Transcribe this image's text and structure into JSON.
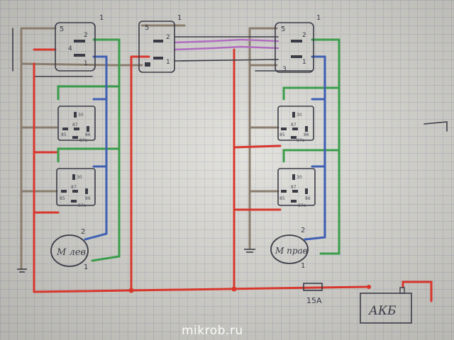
{
  "switches": {
    "left_main": {
      "pins": {
        "top": "5",
        "right_top": "2",
        "mid": "4",
        "bottom": "1"
      },
      "tag": "1"
    },
    "left_mid": {
      "pins": {
        "top": "5",
        "right_top": "2",
        "bottom": "1"
      },
      "tag": "1"
    },
    "right_main": {
      "pins": {
        "top": "5",
        "right_top": "2",
        "mid": "1",
        "bottom": "3"
      },
      "tag": "1"
    }
  },
  "relays": {
    "pin_labels": {
      "p30": "30",
      "p85": "85",
      "p86": "86",
      "p87": "87",
      "p87a": "87a"
    }
  },
  "motors": {
    "left": {
      "label": "М лев",
      "tag_top": "2",
      "tag_bottom": "1"
    },
    "right": {
      "label": "М прав",
      "tag_top": "2",
      "tag_bottom": "1"
    }
  },
  "fuse": {
    "label": "15А"
  },
  "battery": {
    "label": "АКБ"
  },
  "watermark": {
    "text": "mikrob.ru"
  },
  "colors": {
    "paper": "#d9d8d2",
    "grid": "#9fa7b8",
    "red": "#d8362c",
    "green": "#3a9d4a",
    "blue": "#3f5fb4",
    "brown": "#8a7d6e",
    "purple": "#b06cc0",
    "pencil": "#3b3b46"
  }
}
